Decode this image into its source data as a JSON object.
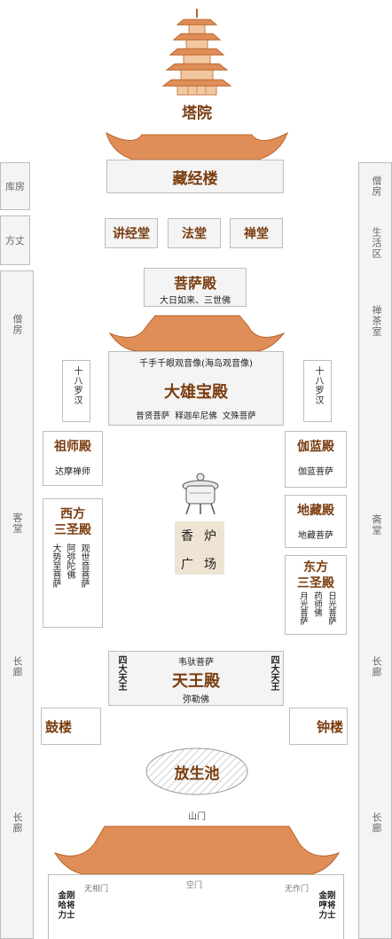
{
  "pagoda": {
    "label": "塔院"
  },
  "left_column": {
    "kufang": "库房",
    "fangzhang": "方丈",
    "sengfang": "僧房",
    "ketang": "客堂",
    "changlang_1": "长廊",
    "changlang_2": "长廊"
  },
  "right_column": {
    "sengfang": "僧房",
    "shenghuoqu": "生活区",
    "chanchashi": "禅茶室",
    "zhaitang": "斋堂",
    "changlang_1": "长廊",
    "changlang_2": "长廊"
  },
  "cangjinglou": {
    "title": "藏经楼"
  },
  "halls_row": {
    "jiangjingtang": "讲经堂",
    "fatang": "法堂",
    "chantang": "禅堂"
  },
  "pusadian": {
    "title": "菩萨殿",
    "sub": "大日如来、三世佛"
  },
  "daxiongbaodian": {
    "title": "大雄宝殿",
    "top": "千手千眼观音像(海岛观音像)",
    "bottom": "普贤菩萨  释迦牟尼佛  文殊菩萨",
    "left_side": "十八罗汉",
    "right_side": "十八罗汉"
  },
  "zushidian": {
    "title": "祖师殿",
    "sub": "达摩禅师"
  },
  "qielandian": {
    "title": "伽蓝殿",
    "sub": "伽蓝菩萨"
  },
  "dizangdian": {
    "title": "地藏殿",
    "sub": "地藏菩萨"
  },
  "xifang_sanshengdian": {
    "title_1": "西方",
    "title_2": "三圣殿",
    "col_1": "大势至菩萨",
    "col_2": "阿弥陀佛",
    "col_3": "观世音菩萨"
  },
  "dongfang_sanshengdian": {
    "title_1": "东方",
    "title_2": "三圣殿",
    "col_1": "月光菩萨",
    "col_2": "药师佛",
    "col_3": "日光菩萨"
  },
  "incense": {
    "label_1": "香",
    "label_2": "炉",
    "label_3": "广",
    "label_4": "场"
  },
  "tianwangdian": {
    "title": "天王殿",
    "top": "韦驮菩萨",
    "bottom": "弥勒佛",
    "left_side": "四大天王",
    "right_side": "四大天王"
  },
  "gulou": {
    "title": "鼓楼"
  },
  "zhonglou": {
    "title": "钟楼"
  },
  "fangshengchi": {
    "title": "放生池"
  },
  "shanmen": {
    "label": "山门",
    "left_gate": "无相门",
    "center_gate": "空门",
    "right_gate": "无作门",
    "left_guard": "金刚哈将力士",
    "right_guard": "金刚哼将力士"
  },
  "colors": {
    "roof": "#e08e57",
    "roof_stroke": "#b9642c",
    "title_brown": "#7a3d10",
    "plaza": "#efe4d3"
  }
}
